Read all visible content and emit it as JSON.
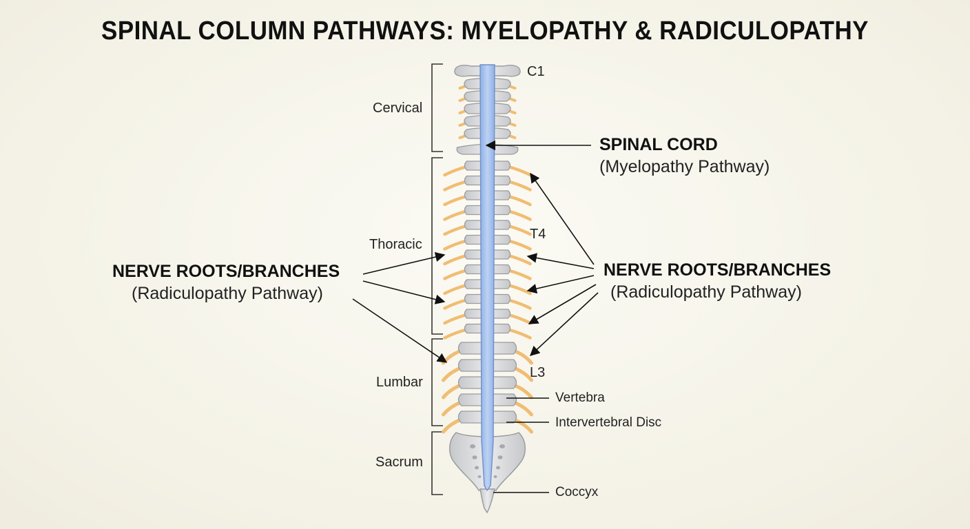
{
  "title": "SPINAL COLUMN PATHWAYS: MYELOPATHY & RADICULOPATHY",
  "regions": {
    "cervical": "Cervical",
    "thoracic": "Thoracic",
    "lumbar": "Lumbar",
    "sacrum": "Sacrum"
  },
  "levels": {
    "c1": "C1",
    "t4": "T4",
    "l3": "L3"
  },
  "spinal_cord": {
    "title": "SPINAL CORD",
    "subtitle": "(Myelopathy Pathway)"
  },
  "nerve_left": {
    "title": "NERVE ROOTS/BRANCHES",
    "subtitle": "(Radiculopathy Pathway)"
  },
  "nerve_right": {
    "title": "NERVE ROOTS/BRANCHES",
    "subtitle": "(Radiculopathy Pathway)"
  },
  "parts": {
    "vertebra": "Vertebra",
    "disc": "Intervertebral Disc",
    "coccyx": "Coccyx"
  },
  "colors": {
    "bone": "#d9dadc",
    "bone_outline": "#9a9b9f",
    "cord": "#a9c4ee",
    "cord_outline": "#6f8fc8",
    "nerve": "#f0bd72",
    "ink": "#111111"
  }
}
